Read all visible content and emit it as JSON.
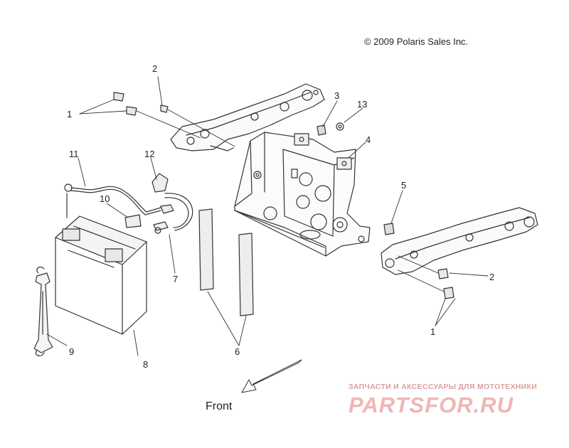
{
  "copyright": "© 2009 Polaris Sales Inc.",
  "front_label": "Front",
  "watermark": {
    "tagline": "ЗАПЧАСТИ И АКСЕССУАРЫ ДЛЯ МОТОТЕХНИКИ",
    "logo": "PARTSFOR.RU"
  },
  "callouts": {
    "c1_left": "1",
    "c2_top": "2",
    "c3": "3",
    "c13": "13",
    "c4": "4",
    "c5": "5",
    "c11": "11",
    "c12": "12",
    "c10": "10",
    "c7": "7",
    "c6": "6",
    "c8": "8",
    "c9": "9",
    "c2_right": "2",
    "c1_right": "1"
  }
}
